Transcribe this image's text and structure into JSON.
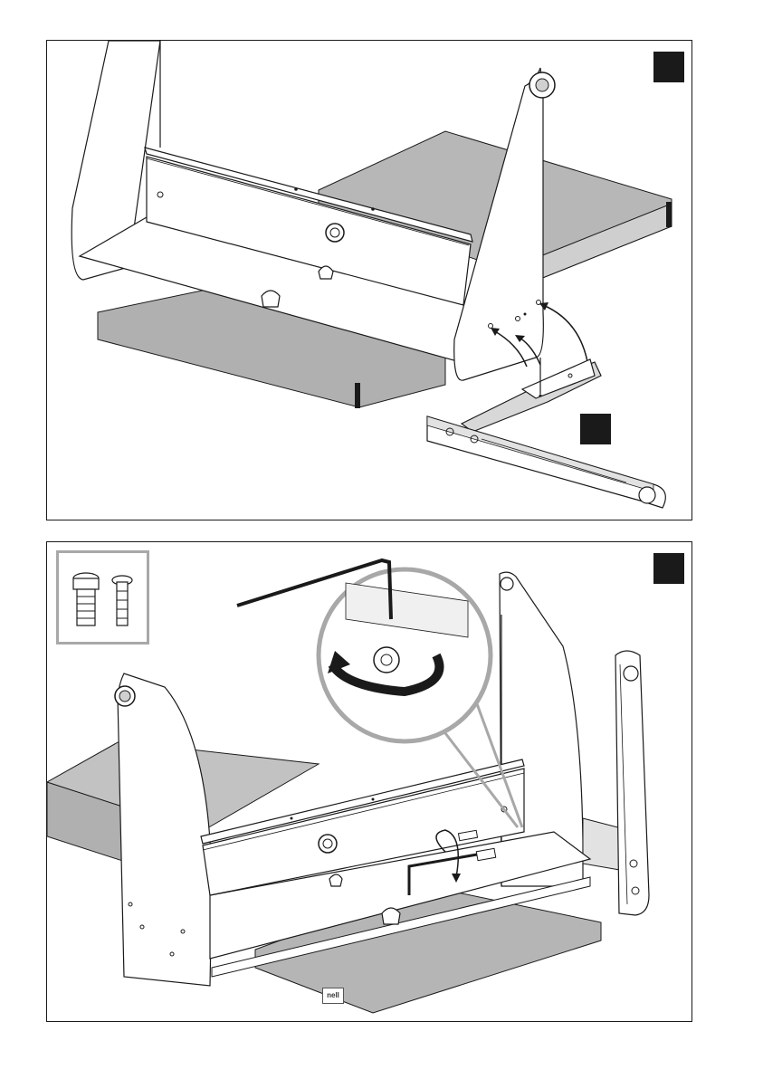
{
  "figure": {
    "steps": [
      {
        "id": "step-upper",
        "markers": 2
      },
      {
        "id": "step-lower",
        "markers": 1
      }
    ],
    "brand_badge_text": "nell",
    "colors": {
      "line": "#1a1a1a",
      "board_gray": "#b5b5b5",
      "board_dark": "#8a8a8a",
      "magnifier_ring": "#a8a8a8",
      "marker": "#1a1a1a"
    },
    "icons": [
      "allen-key-icon",
      "connector-screw-icon",
      "rotation-arrow-icon",
      "insert-arrow-icon",
      "magnifier-icon"
    ]
  }
}
